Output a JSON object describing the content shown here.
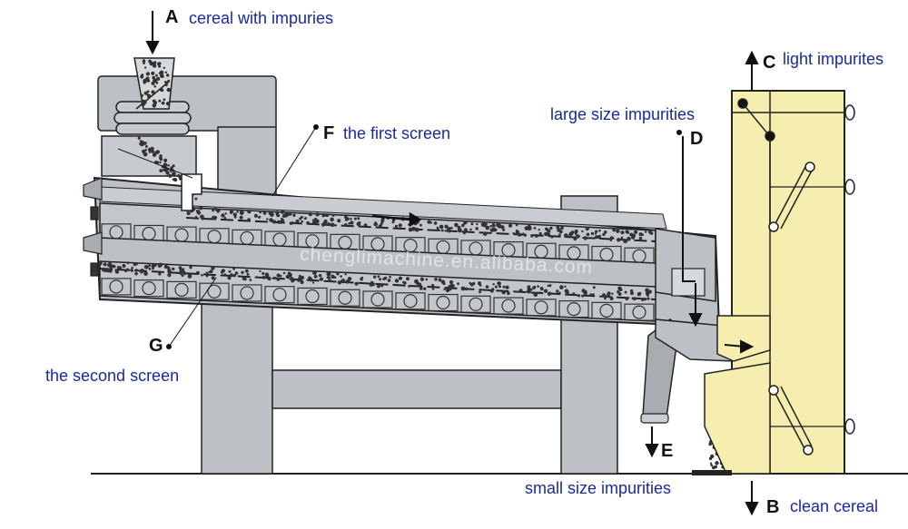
{
  "colors": {
    "machine_fill": "#bdc1c6",
    "machine_dark": "#9aa0a6",
    "outline": "#222222",
    "aspirator_fill": "#f5eeae",
    "grain": "#333333",
    "label_text": "#1a2a9c",
    "letter_text": "#111111"
  },
  "labels": {
    "A": {
      "letter": "A",
      "text": "cereal with impuries"
    },
    "B": {
      "letter": "B",
      "text": "clean cereal"
    },
    "C": {
      "letter": "C",
      "text": "light impurites"
    },
    "D": {
      "letter": "D",
      "text": "large size impurities"
    },
    "E": {
      "letter": "E",
      "text": "small size impurities"
    },
    "F": {
      "letter": "F",
      "text": "the first screen"
    },
    "G": {
      "letter": "G",
      "text": "the second screen"
    }
  },
  "watermark": "chenglimachine.en.alibaba.com"
}
